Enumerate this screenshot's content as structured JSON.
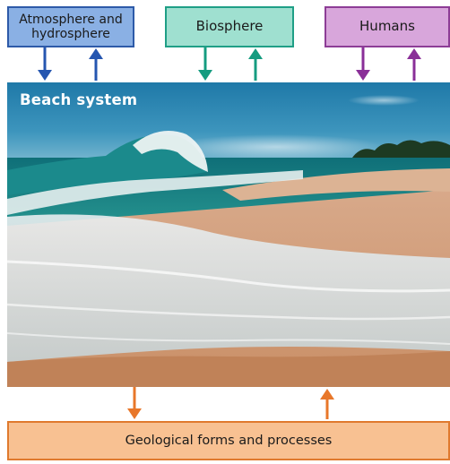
{
  "boxes": {
    "atmosphere_hydrosphere": "Atmosphere and\nhydrosphere",
    "biosphere": "Biosphere",
    "humans": "Humans",
    "geological": "Geological forms and processes"
  },
  "scene": {
    "title": "Beach system"
  },
  "colors": {
    "atmosphere_arrow": "#2556b0",
    "biosphere_arrow": "#159c80",
    "humans_arrow": "#8a2f98",
    "geological_arrow": "#e8772a"
  }
}
